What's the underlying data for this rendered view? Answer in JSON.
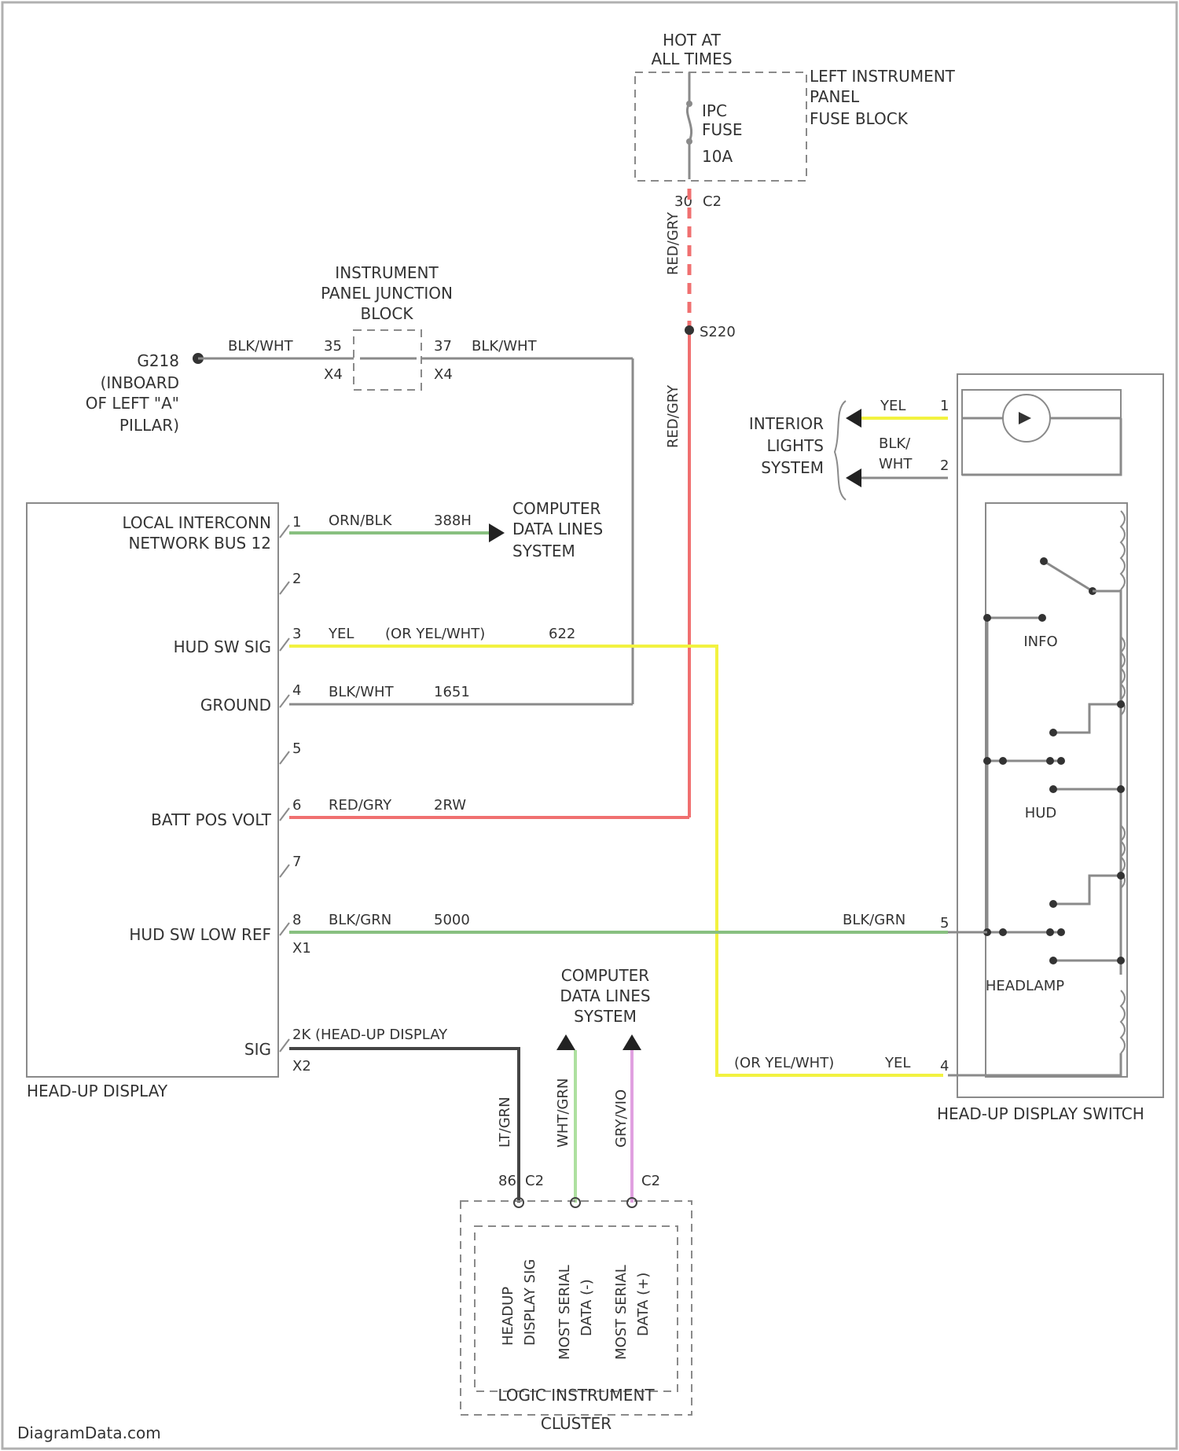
{
  "watermark": "DiagramData.com",
  "colors": {
    "red": "#f07070",
    "yellow": "#f2f240",
    "green": "#88c080",
    "gray": "#8a8a8a",
    "dark": "#444444",
    "lightgreen": "#aee0a0",
    "pink": "#e0a0e0"
  },
  "fuse_block": {
    "hot_line1": "HOT AT",
    "hot_line2": "ALL TIMES",
    "name_line1": "LEFT INSTRUMENT",
    "name_line2": "PANEL",
    "name_line3": "FUSE BLOCK",
    "fuse_line1": "IPC",
    "fuse_line2": "FUSE",
    "fuse_line3": "10A",
    "pin_a": "30",
    "pin_b": "C2"
  },
  "battery_wire": {
    "color_label": "RED/GRY",
    "splice": "S220"
  },
  "junction_block": {
    "line1": "INSTRUMENT",
    "line2": "PANEL JUNCTION",
    "line3": "BLOCK",
    "pin_left": "35",
    "conn_left": "X4",
    "pin_right": "37",
    "conn_right": "X4",
    "wire_left": "BLK/WHT",
    "wire_right": "BLK/WHT"
  },
  "ground": {
    "line1": "G218",
    "line2": "(INBOARD",
    "line3": "OF LEFT \"A\"",
    "line4": "PILLAR)"
  },
  "hud": {
    "name": "HEAD-UP DISPLAY",
    "label_pin1_a": "LOCAL INTERCONN",
    "label_pin1_b": "NETWORK BUS 12",
    "label_pin3": "HUD SW SIG",
    "label_pin4": "GROUND",
    "label_pin6": "BATT POS VOLT",
    "label_pin8": "HUD SW LOW REF",
    "label_sig": "SIG",
    "conn_x1": "X1",
    "conn_x2": "X2",
    "pins": [
      "1",
      "2",
      "3",
      "4",
      "5",
      "6",
      "7",
      "8"
    ]
  },
  "wires": {
    "pin1_color": "ORN/BLK",
    "pin1_circuit": "388H",
    "pin3_color": "YEL",
    "pin3_alt": "(OR YEL/WHT)",
    "pin3_circuit": "622",
    "pin4_color": "BLK/WHT",
    "pin4_circuit": "1651",
    "pin6_color": "RED/GRY",
    "pin6_circuit": "2RW",
    "pin8_color": "BLK/GRN",
    "pin8_circuit": "5000",
    "pin8_right_color": "BLK/GRN",
    "sig_label": "2K (HEAD-UP DISPLAY",
    "switch_yel_alt": "(OR YEL/WHT)",
    "switch_yel_color": "YEL",
    "cluster_wire1": "LT/GRN",
    "cluster_wire2": "WHT/GRN",
    "cluster_wire3": "GRY/VIO"
  },
  "data_lines_top": {
    "line1": "COMPUTER",
    "line2": "DATA LINES",
    "line3": "SYSTEM"
  },
  "data_lines_bottom": {
    "line1": "COMPUTER",
    "line2": "DATA LINES",
    "line3": "SYSTEM"
  },
  "interior": {
    "line1": "INTERIOR",
    "line2": "LIGHTS",
    "line3": "SYSTEM",
    "wire1": "YEL",
    "wire2a": "BLK/",
    "wire2b": "WHT",
    "pin1": "1",
    "pin2": "2"
  },
  "switch": {
    "name": "HEAD-UP DISPLAY SWITCH",
    "label_info": "INFO",
    "label_hud": "HUD",
    "label_headlamp": "HEADLAMP",
    "pin5": "5",
    "pin4": "4"
  },
  "cluster": {
    "name_line1": "LOGIC INSTRUMENT",
    "name_line2": "CLUSTER",
    "func1_a": "HEADUP",
    "func1_b": "DISPLAY SIG",
    "func2_a": "MOST SERIAL",
    "func2_b": "DATA (-)",
    "func3_a": "MOST SERIAL",
    "func3_b": "DATA (+)",
    "pin_a": "86",
    "conn_a": "C2",
    "pin_c": "C2"
  }
}
